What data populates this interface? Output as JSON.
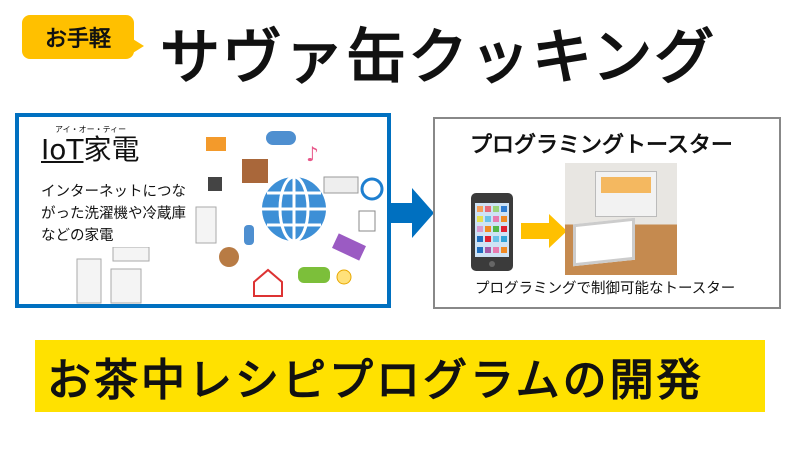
{
  "badge": {
    "label": "お手軽"
  },
  "header": {
    "title": "サヴァ缶クッキング"
  },
  "iot_panel": {
    "ruby": "アイ・オー・ティー",
    "title_latin": "IoT",
    "title_kanji": "家電",
    "description": "インターネットにつながった洗濯機や冷蔵庫などの家電"
  },
  "toaster_panel": {
    "title": "プログラミングトースター",
    "caption": "プログラミングで制御可能なトースター"
  },
  "banner": {
    "text": "お茶中レシピプログラムの開発"
  },
  "colors": {
    "badge": "#ffc000",
    "blue": "#0070c0",
    "banner": "#ffe100",
    "arrow_yellow": "#ffc000"
  }
}
